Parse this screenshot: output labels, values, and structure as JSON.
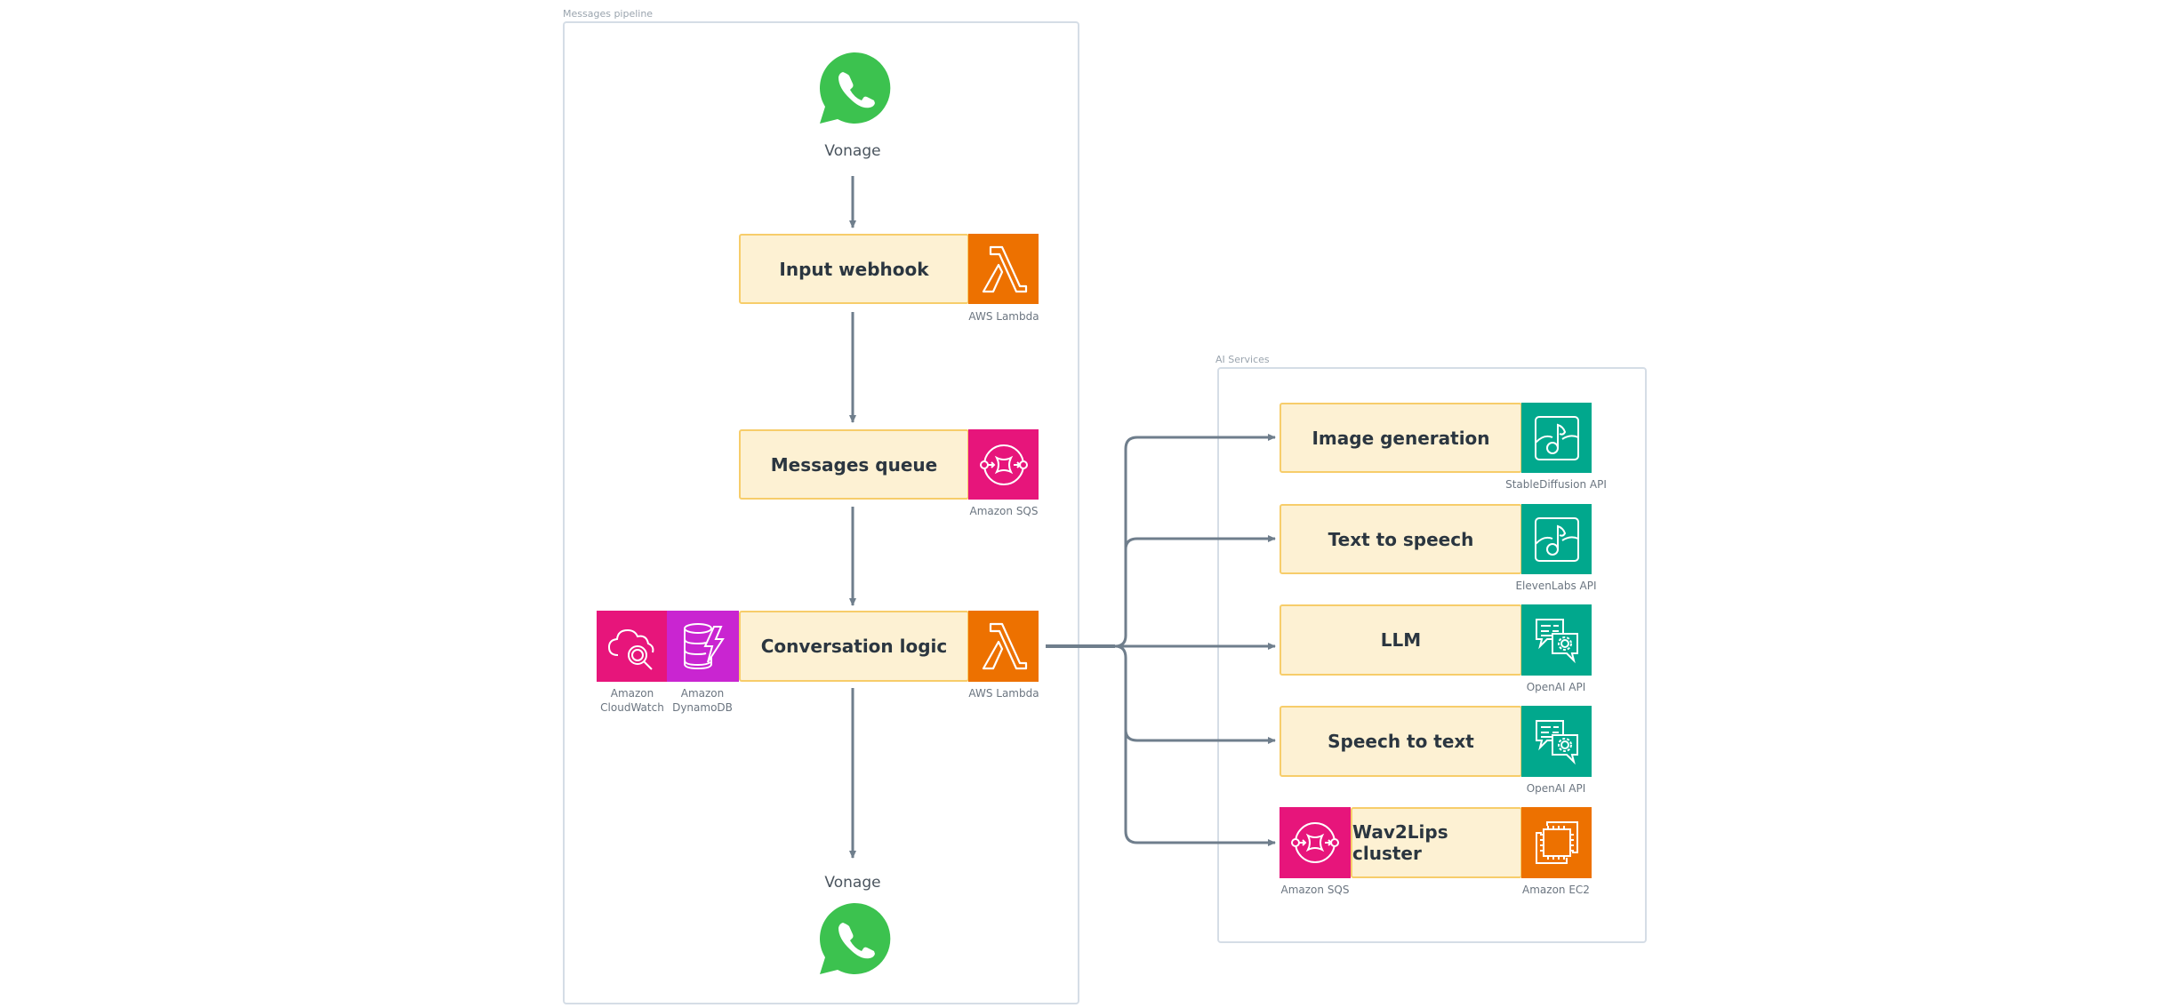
{
  "groups": {
    "messages_pipeline": {
      "label": "Messages pipeline"
    },
    "ai_services": {
      "label": "AI Services"
    }
  },
  "colors": {
    "card_fill": "#fdf1d3",
    "card_border": "#f7cd6a",
    "lambda_orange": "#ed7100",
    "sqs_pink": "#e7157b",
    "dynamodb_purple": "#c925d1",
    "api_green": "#01a88d",
    "whatsapp_green": "#3cc24f",
    "connector": "#6f7e8c"
  },
  "pipeline": {
    "source": {
      "label": "Vonage",
      "icon": "whatsapp-icon"
    },
    "input_webhook": {
      "label": "Input webhook",
      "service": "AWS Lambda",
      "icon": "lambda-icon"
    },
    "messages_queue": {
      "label": "Messages queue",
      "service": "Amazon SQS",
      "icon": "sqs-icon"
    },
    "conversation_logic": {
      "label": "Conversation logic",
      "service": "AWS Lambda",
      "icon": "lambda-icon",
      "side_services": [
        {
          "name_line1": "Amazon",
          "name_line2": "CloudWatch",
          "icon": "cloudwatch-icon"
        },
        {
          "name_line1": "Amazon",
          "name_line2": "DynamoDB",
          "icon": "dynamodb-icon"
        }
      ]
    },
    "sink": {
      "label": "Vonage",
      "icon": "whatsapp-icon"
    }
  },
  "ai_services": [
    {
      "label": "Image generation",
      "service": "StableDiffusion API",
      "icon": "music-media-icon"
    },
    {
      "label": "Text to speech",
      "service": "ElevenLabs API",
      "icon": "music-media-icon"
    },
    {
      "label": "LLM",
      "service": "OpenAI API",
      "icon": "chat-gear-icon"
    },
    {
      "label": "Speech to text",
      "service": "OpenAI API",
      "icon": "chat-gear-icon"
    },
    {
      "label": "Wav2Lips cluster",
      "service": "Amazon EC2",
      "icon": "ec2-icon",
      "queue_service": "Amazon SQS",
      "queue_icon": "sqs-icon"
    }
  ]
}
